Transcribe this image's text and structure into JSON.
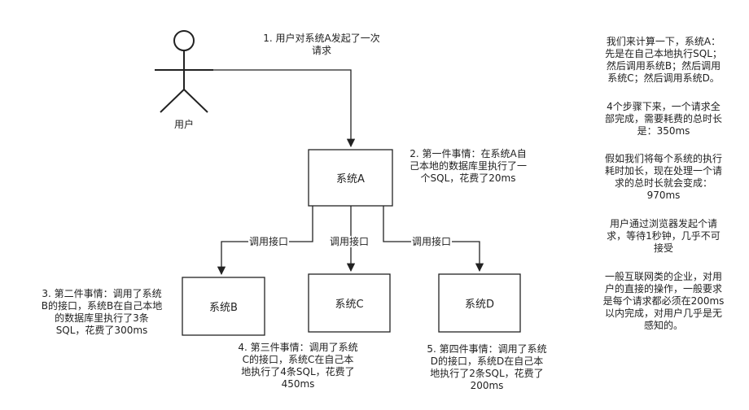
{
  "actor": {
    "label": "用户"
  },
  "steps": {
    "s1": "1. 用户对系统A发起了一次\n请求",
    "s2": "2. 第一件事情：在系统A自\n己本地的数据库里执行了一\n个SQL，花费了20ms",
    "s3": "3. 第二件事情：调用了系统\nB的接口，系统B在自己本地\n的数据库里执行了3条\nSQL，花费了300ms",
    "s4": "4. 第三件事情：调用了系统\nC的接口，系统C在自己本\n地执行了4条SQL，花费了\n450ms",
    "s5": "5. 第四件事情：调用了系统\nD的接口，系统D在自己本\n地执行了2条SQL，花费了\n200ms"
  },
  "systems": {
    "a": "系统A",
    "b": "系统B",
    "c": "系统C",
    "d": "系统D"
  },
  "edges": {
    "b": "调用接口",
    "c": "调用接口",
    "d": "调用接口"
  },
  "notes": {
    "n1": "我们来计算一下，系统A：\n先是在自己本地执行SQL；\n然后调用系统B；然后调用\n系统C；然后调用系统D。",
    "n2": "4个步骤下来，一个请求全\n部完成，需要耗费的总时长\n是：350ms",
    "n3": "假如我们将每个系统的执行\n耗时加长，现在处理一个请\n求的总时长就会变成：\n970ms",
    "n4": "用户通过浏览器发起个请\n求，等待1秒钟，几乎不可\n接受",
    "n5": "一般互联网类的企业，对用\n户的直接的操作，一般要求\n是每个请求都必须在200ms\n以内完成，对用户几乎是无\n感知的。"
  }
}
